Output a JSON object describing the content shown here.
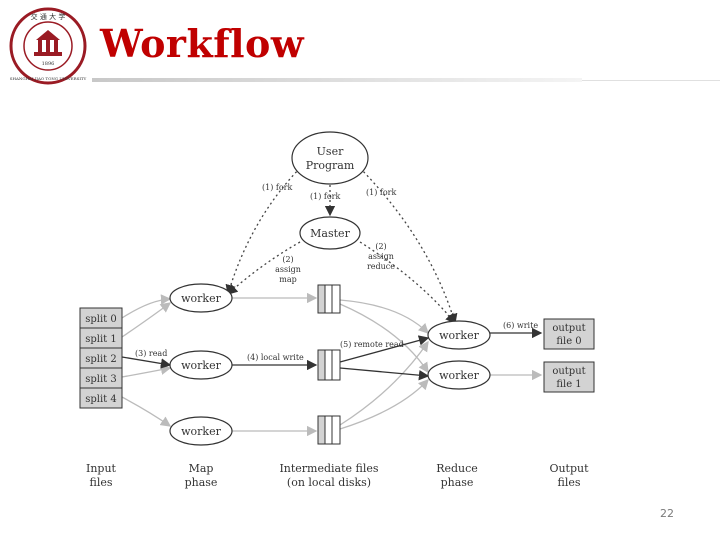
{
  "slide": {
    "title": "Workflow",
    "page_number": "22",
    "logo_text": {
      "top": "交 通 大 学",
      "bottom": "SHANGHAI JIAO TONG UNIVERSITY",
      "year": "1896"
    }
  },
  "diagram": {
    "user_program": [
      "User",
      "Program"
    ],
    "master": "Master",
    "workers": [
      "worker",
      "worker",
      "worker",
      "worker",
      "worker"
    ],
    "splits": [
      "split 0",
      "split 1",
      "split 2",
      "split 3",
      "split 4"
    ],
    "outputs": [
      [
        "output",
        "file 0"
      ],
      [
        "output",
        "file 1"
      ]
    ],
    "edge_labels": {
      "fork_left": "(1) fork",
      "fork_center": "(1) fork",
      "fork_right": "(1) fork",
      "assign_map": [
        "(2)",
        "assign",
        "map"
      ],
      "assign_reduce": [
        "(2)",
        "assign",
        "reduce"
      ],
      "read": "(3) read",
      "local_write": "(4) local write",
      "remote_read": "(5) remote read",
      "write": "(6) write"
    },
    "phases": {
      "input": [
        "Input",
        "files"
      ],
      "map": [
        "Map",
        "phase"
      ],
      "intermediate": [
        "Intermediate files",
        "(on local disks)"
      ],
      "reduce": [
        "Reduce",
        "phase"
      ],
      "output": [
        "Output",
        "files"
      ]
    }
  }
}
